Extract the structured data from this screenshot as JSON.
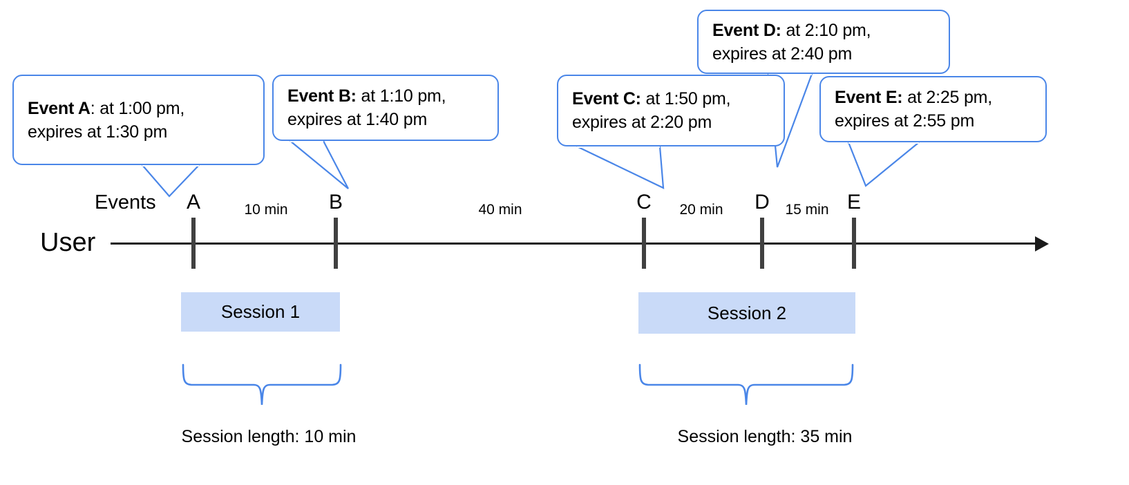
{
  "diagram": {
    "title_row_label": "Events",
    "actor_label": "User",
    "timeline_axis_name": "user-timeline"
  },
  "events": [
    {
      "id": "A",
      "marker": "A",
      "bold": "Event A",
      "rest": ": at 1:00 pm,\nexpires at 1:30 pm",
      "time": "1:00 pm",
      "expires": "1:30 pm"
    },
    {
      "id": "B",
      "marker": "B",
      "bold": "Event B:",
      "rest": " at 1:10 pm,\nexpires at 1:40 pm",
      "time": "1:10 pm",
      "expires": "1:40 pm"
    },
    {
      "id": "C",
      "marker": "C",
      "bold": "Event C:",
      "rest": " at 1:50 pm,\nexpires at 2:20 pm",
      "time": "1:50 pm",
      "expires": "2:20 pm"
    },
    {
      "id": "D",
      "marker": "D",
      "bold": "Event D:",
      "rest": " at 2:10 pm,\nexpires at 2:40 pm",
      "time": "2:10 pm",
      "expires": "2:40 pm"
    },
    {
      "id": "E",
      "marker": "E",
      "bold": "Event E:",
      "rest": " at 2:25 pm,\nexpires at 2:55 pm",
      "time": "2:25 pm",
      "expires": "2:55 pm"
    }
  ],
  "gaps": [
    {
      "label": "10 min",
      "between": "A-B"
    },
    {
      "label": "40 min",
      "between": "B-C"
    },
    {
      "label": "20 min",
      "between": "C-D"
    },
    {
      "label": "15 min",
      "between": "D-E"
    }
  ],
  "sessions": [
    {
      "name": "Session 1",
      "length_label": "Session length: 10 min"
    },
    {
      "name": "Session 2",
      "length_label": "Session length: 35 min"
    }
  ],
  "colors": {
    "callout_border": "#4a86e8",
    "session_fill": "#c9daf8",
    "brace": "#4a86e8",
    "axis": "#1a1a1a",
    "tick": "#404040",
    "text": "#000000"
  }
}
